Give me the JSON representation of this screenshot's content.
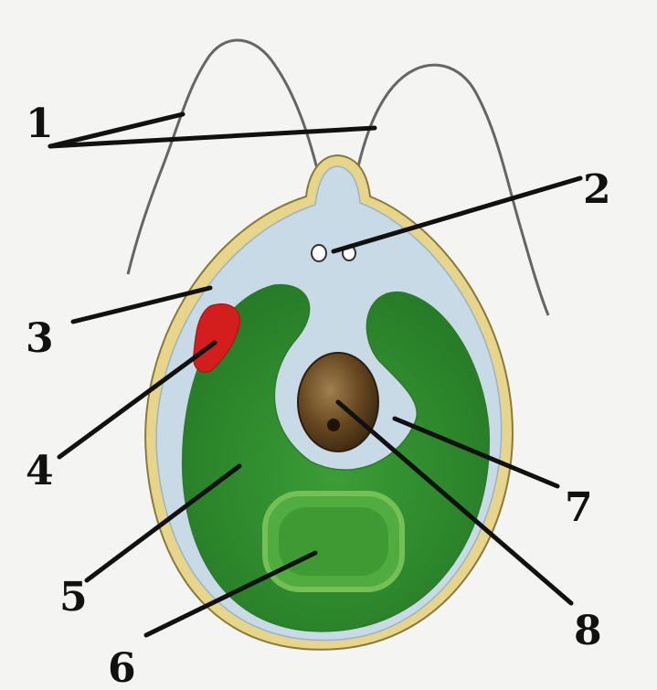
{
  "labels": {
    "l1": "1",
    "l2": "2",
    "l3": "3",
    "l4": "4",
    "l5": "5",
    "l6": "6",
    "l7": "7",
    "l8": "8"
  },
  "colors": {
    "background": "#f4f4f2",
    "cell_wall": "#e6d58a",
    "cytoplasm": "#c9dbe6",
    "chloroplast": "#2f8f2f",
    "pyrenoid": "#55b043",
    "eyespot": "#d41e1e",
    "nucleus": "#5a3f1c",
    "flagella": "#666666",
    "leader_lines": "#111111"
  }
}
